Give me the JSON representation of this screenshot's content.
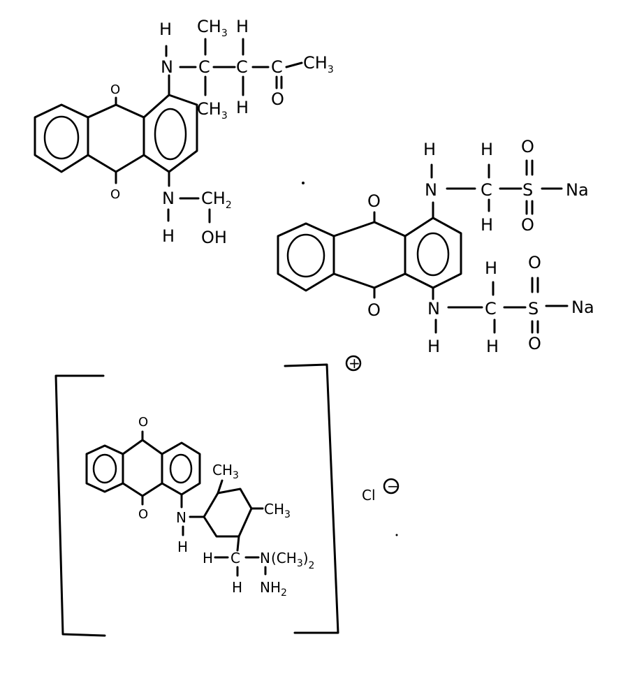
{
  "molecule1": {
    "amino_h_top": "H",
    "amino_n_top": "N",
    "ch3_top": "CH",
    "ch3_top_sub": "3",
    "h_top": "H",
    "c_quaternary": "C",
    "c_second": "C",
    "c_carbonyl": "C",
    "ch3_end": "CH",
    "ch3_end_sub": "3",
    "carbonyl_o": "O",
    "ch3_bottom": "CH",
    "ch3_bottom_sub": "3",
    "h_bottom": "H",
    "quinone_o_top": "O",
    "quinone_o_bottom": "O",
    "amino_n_bottom": "N",
    "amino_h_bottom": "H",
    "ch2": "CH",
    "ch2_sub": "2",
    "oh": "OH"
  },
  "molecule2": {
    "h_top_n": "H",
    "n_top": "N",
    "h_top_c_up": "H",
    "c_top": "C",
    "h_top_c_down": "H",
    "s_top": "S",
    "o_top_up": "O",
    "o_top_down": "O",
    "na_top": "Na",
    "quinone_o_top": "O",
    "quinone_o_bottom": "O",
    "n_bottom": "N",
    "h_bottom_n": "H",
    "h_bottom_c_up": "H",
    "c_bottom": "C",
    "h_bottom_c_down": "H",
    "s_bottom": "S",
    "o_bottom_up": "O",
    "o_bottom_down": "O",
    "na_bottom": "Na"
  },
  "molecule3": {
    "charge_plus": "+",
    "quinone_o_top": "O",
    "quinone_o_bottom": "O",
    "n": "N",
    "n_h": "H",
    "ch3_ring_top": "CH",
    "ch3_ring_top_sub": "3",
    "ch3_ring_right": "CH",
    "ch3_ring_right_sub": "3",
    "h_left": "H",
    "c": "C",
    "h_below": "H",
    "n_hydrazine": "N",
    "n_dimethyl": "(CH",
    "n_dimethyl_sub3": "3",
    "n_dimethyl_close": ")",
    "n_dimethyl_sub2": "2",
    "nh2": "NH",
    "nh2_sub": "2",
    "chloride": "Cl",
    "charge_minus": "−"
  }
}
